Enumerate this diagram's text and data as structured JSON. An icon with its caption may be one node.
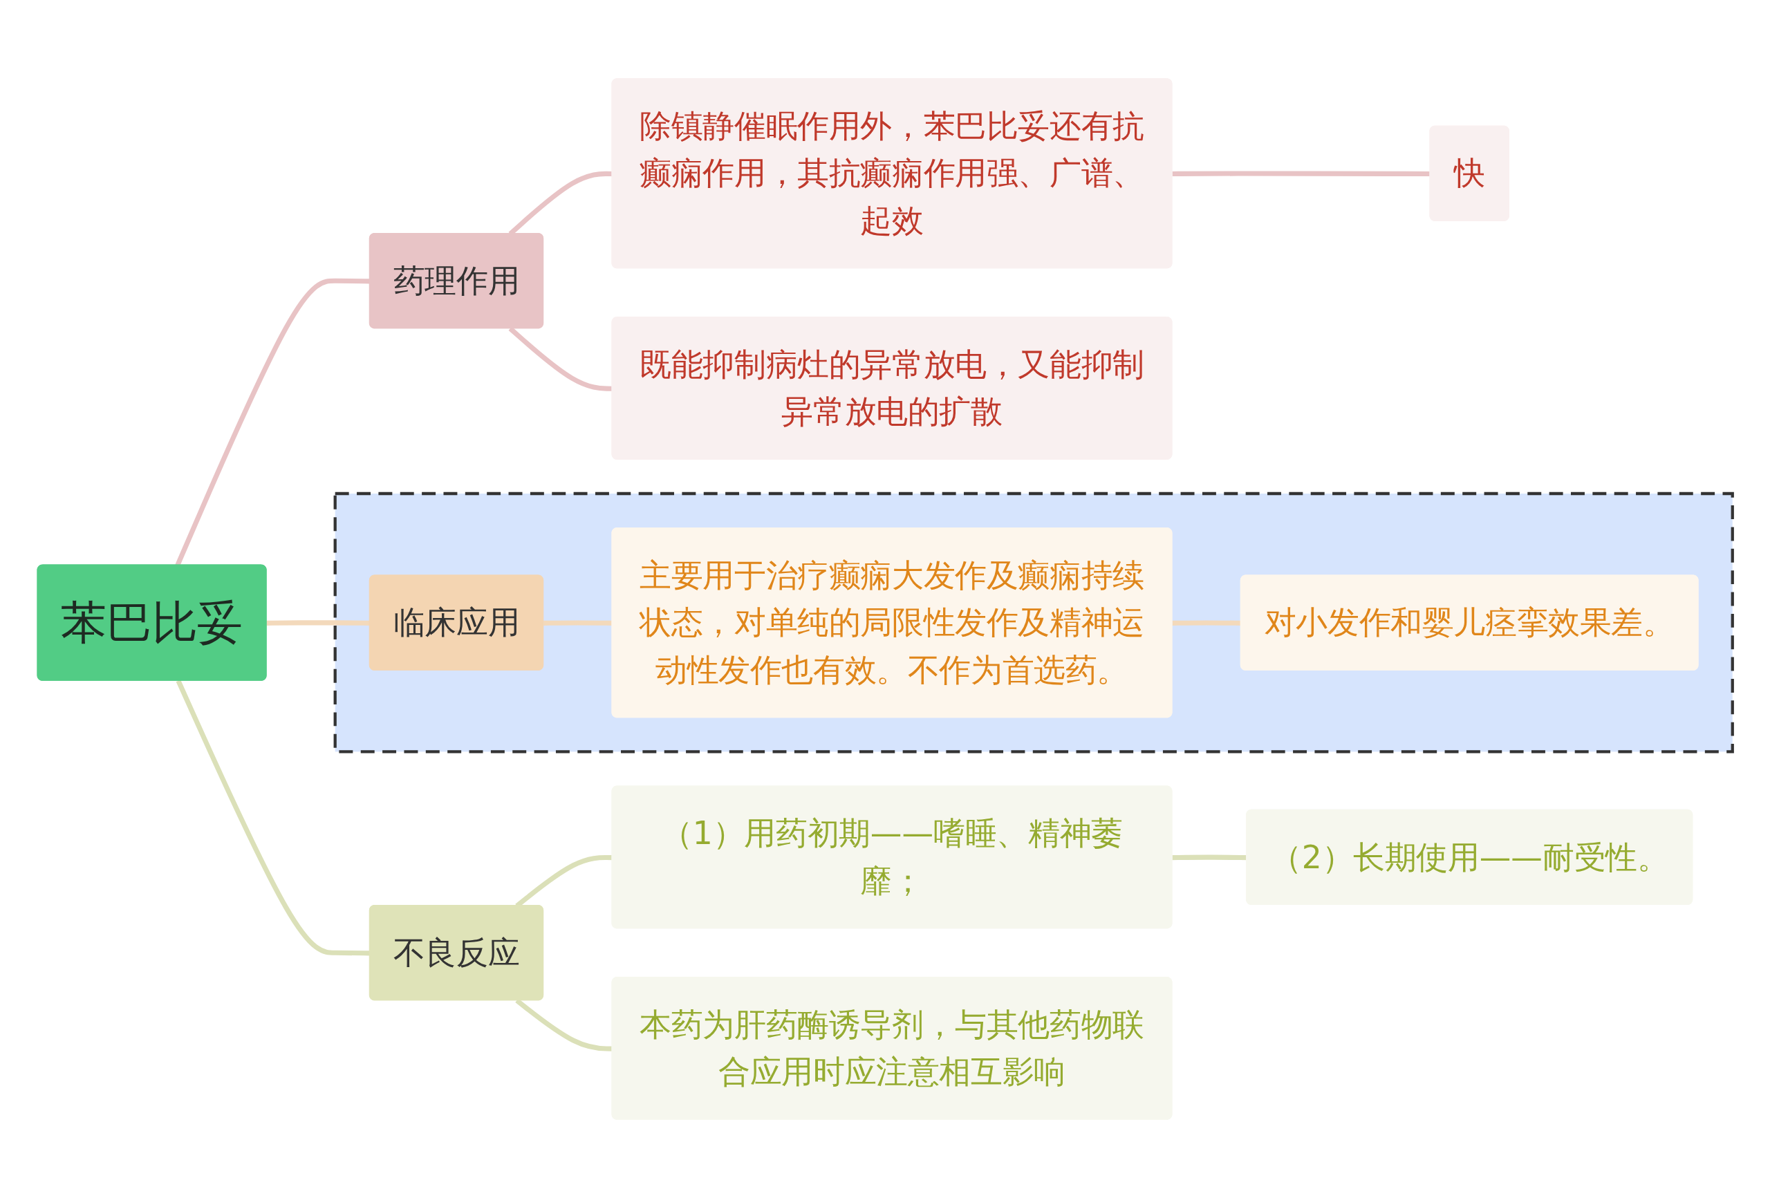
{
  "diagram": {
    "nodes": [
      {
        "text": [
          "苯巴比妥"
        ]
      },
      {
        "text": [
          "药理作用"
        ]
      },
      {
        "text": [
          "除镇静催眠作用外，苯巴比妥还有抗癫痫作用，其抗癫痫作用强、广谱、起效"
        ]
      },
      {
        "text": [
          "快"
        ]
      },
      {
        "text": [
          "既能抑制病灶的异常放电，又能抑制异常放电的扩散"
        ]
      },
      {
        "text": [],
        "shape": "box"
      },
      {
        "text": [
          "临床应用"
        ],
        "in": 5
      },
      {
        "text": [
          "主要用于治疗癫痫大发作及癫痫持续状态，对单纯的局限性发作及精神运动性发作也有效。不作为首选药。"
        ],
        "in": 5
      },
      {
        "text": [
          "对小发作和婴儿痉挛效果差。"
        ],
        "in": 5
      },
      {
        "text": [
          "不良反应"
        ]
      },
      {
        "text": [
          "（1）用药初期——嗜睡、精神萎靡；"
        ]
      },
      {
        "text": [
          "（2）长期使用——耐受性。"
        ]
      },
      {
        "text": [
          "本药为肝药酶诱导剂，与其他药物联合应用时应注意相互影响"
        ]
      }
    ],
    "edges": [
      {
        "from": 0,
        "to": 1,
        "arrow": "none",
        "color": "#e8c3c5"
      },
      {
        "from": 1,
        "to": 2,
        "arrow": "none",
        "color": "#e8c3c5"
      },
      {
        "from": 2,
        "to": 3,
        "arrow": "none",
        "color": "#e8c3c5"
      },
      {
        "from": 1,
        "to": 4,
        "arrow": "none",
        "color": "#e8c3c5"
      },
      {
        "from": 0,
        "to": 6,
        "arrow": "none",
        "color": "#f3d9bb"
      },
      {
        "from": 6,
        "to": 7,
        "arrow": "none",
        "color": "#f3d9bb"
      },
      {
        "from": 7,
        "to": 8,
        "arrow": "none",
        "color": "#f3d9bb"
      },
      {
        "from": 0,
        "to": 9,
        "arrow": "none",
        "color": "#dbe0b8"
      },
      {
        "from": 9,
        "to": 10,
        "arrow": "none",
        "color": "#dbe0b8"
      },
      {
        "from": 10,
        "to": 11,
        "arrow": "none",
        "color": "#dbe0b8"
      },
      {
        "from": 9,
        "to": 12,
        "arrow": "none",
        "color": "#dbe0b8"
      }
    ]
  }
}
